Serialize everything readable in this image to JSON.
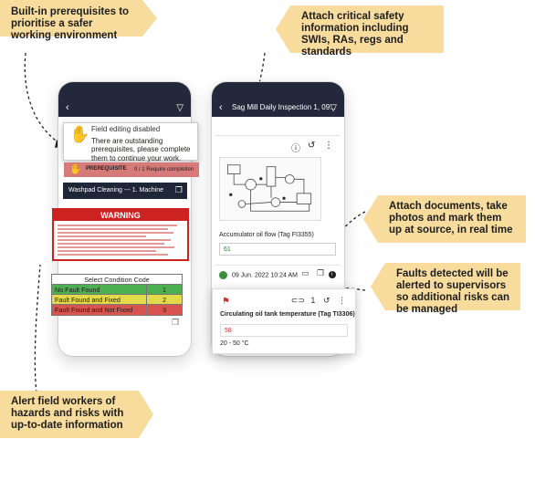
{
  "colors": {
    "callout_bg": "#f7dc9e",
    "app_bar": "#23293a",
    "prerequisite_bg": "#d77a7a",
    "warning_red": "#cc2222",
    "fault_green": "#4caf50",
    "fault_yellow": "#e3da4a",
    "fault_red": "#d9534f",
    "value_green": "#2d7a2d",
    "value_red": "#d42b2b"
  },
  "callouts": {
    "prerequisites": "Built-in prerequisites to prioritise a safer working environment",
    "safety_info": "Attach critical safety information including SWIs, RAs, regs and standards",
    "documents": "Attach documents, take photos and mark them up at source, in real time",
    "faults": "Faults detected will be alerted to supervisors so additional risks can be managed",
    "alert": "Alert field workers of hazards and risks with up-to-date information"
  },
  "left_phone": {
    "popup": {
      "title": "Field editing disabled",
      "message": "There are outstanding prerequisites, please complete them to continue your work."
    },
    "prerequisite": {
      "label": "PREREQUISITE",
      "completion": "0 / 1 Require completion"
    },
    "task": "Washpad Cleaning --- 1. Machine",
    "warning_title": "WARNING",
    "condition_table": {
      "header": "Select Condition Code",
      "rows": [
        {
          "label": "No Fault Found",
          "code": "1",
          "color": "#4caf50"
        },
        {
          "label": "Fault Found and Fixed",
          "code": "2",
          "color": "#e3da4a"
        },
        {
          "label": "Fault Found and Not Fixed",
          "code": "3",
          "color": "#d9534f"
        }
      ]
    },
    "icons": {
      "back": "back-arrow-icon",
      "filter": "filter-icon",
      "hand": "hand-stop-icon",
      "copy": "copy-icon"
    }
  },
  "right_phone": {
    "title": "Sag Mill Daily Inspection 1, 09...",
    "accumulator": {
      "label": "Accumulator oil flow (Tag FI3355)",
      "value": "61"
    },
    "meta": {
      "date": "09 Jun. 2022 10:24 AM"
    },
    "circulating": {
      "label": "Circulating oil tank temperature (Tag TI3306)",
      "link_count": "1",
      "value": "58",
      "range": "20 - 50 °C"
    },
    "icons": {
      "info": "info-icon",
      "history": "history-icon",
      "more": "more-vertical-icon",
      "flag": "flag-icon",
      "link": "link-icon",
      "comment": "comment-icon",
      "attachment": "attachment-icon"
    }
  }
}
